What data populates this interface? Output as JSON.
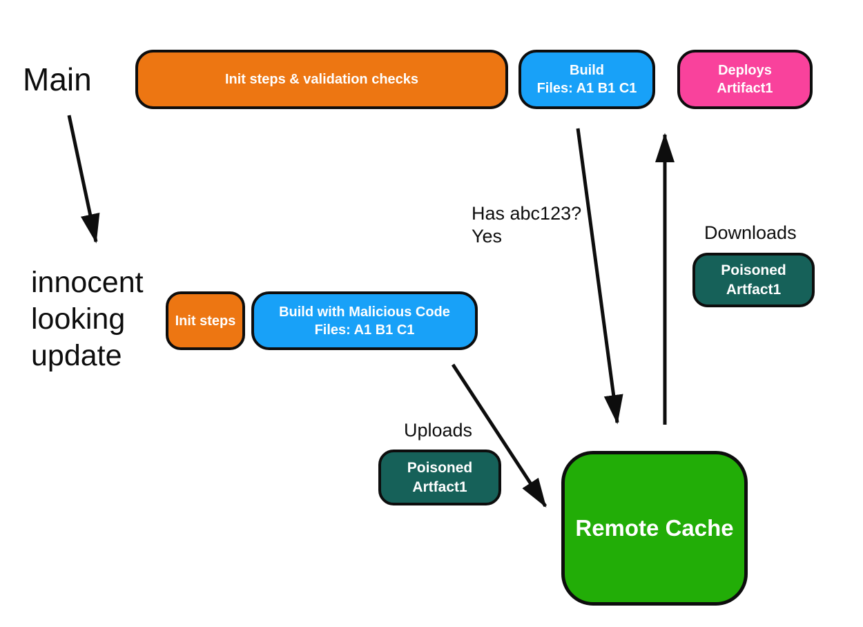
{
  "colors": {
    "orange": "#ED7612",
    "blue": "#18A1F8",
    "pink": "#F9429C",
    "teal": "#166159",
    "green": "#22AD07",
    "ink": "#0D0D0D",
    "box-text": "#FFFFFF",
    "bg": "#FFFFFF"
  },
  "labels": {
    "main_branch": "Main",
    "innocent_update": {
      "lines": [
        "innocent",
        "looking",
        "update"
      ]
    },
    "has_hash": {
      "lines": [
        "Has abc123?",
        "Yes"
      ]
    },
    "downloads": "Downloads",
    "uploads": "Uploads"
  },
  "nodes": {
    "init_validation": {
      "label": "Init steps & validation checks",
      "color": "orange"
    },
    "build_main": {
      "lines": [
        "Build",
        "Files: A1 B1 C1"
      ],
      "color": "blue"
    },
    "deploys_artifact": {
      "lines": [
        "Deploys",
        "Artifact1"
      ],
      "color": "pink"
    },
    "init_steps": {
      "label": "Init steps",
      "color": "orange"
    },
    "build_malicious": {
      "lines": [
        "Build with Malicious Code",
        "Files: A1 B1 C1"
      ],
      "color": "blue"
    },
    "poisoned_download": {
      "lines": [
        "Poisoned",
        "Artfact1"
      ],
      "color": "teal"
    },
    "poisoned_upload": {
      "lines": [
        "Poisoned",
        "Artfact1"
      ],
      "color": "teal"
    },
    "remote_cache": {
      "label": "Remote Cache",
      "color": "green"
    }
  }
}
